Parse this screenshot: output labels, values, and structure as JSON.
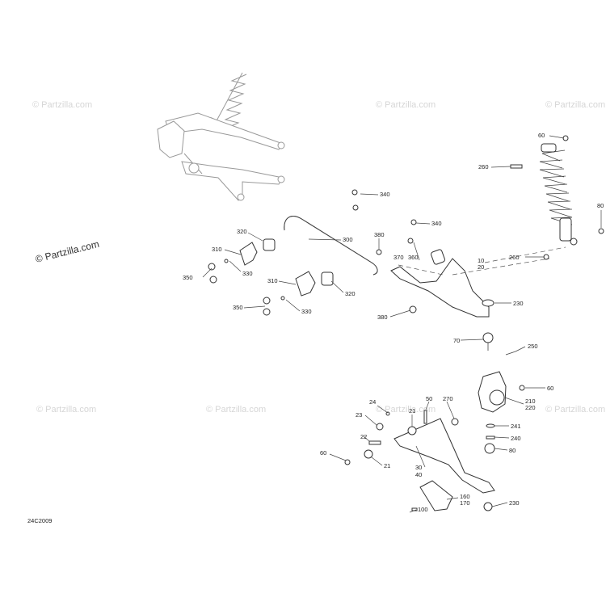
{
  "watermarks": [
    "© Partzilla.com",
    "© Partzilla.com",
    "© Partzilla.com",
    "© Partzilla.com",
    "© Partzilla.com",
    "© Partzilla.com",
    "© Partzilla.com"
  ],
  "watermark_main": "© Partzilla.com",
  "diagram_code": "24C2009",
  "callouts": [
    "60",
    "260",
    "340",
    "340",
    "80",
    "320",
    "300",
    "380",
    "370",
    "360",
    "10",
    "20",
    "310",
    "330",
    "350",
    "260",
    "310",
    "320",
    "330",
    "350",
    "230",
    "380",
    "70",
    "250",
    "24",
    "50",
    "270",
    "60",
    "210",
    "220",
    "23",
    "21",
    "241",
    "22",
    "240",
    "80",
    "60",
    "21",
    "30",
    "40",
    "160",
    "170",
    "230",
    "100"
  ]
}
